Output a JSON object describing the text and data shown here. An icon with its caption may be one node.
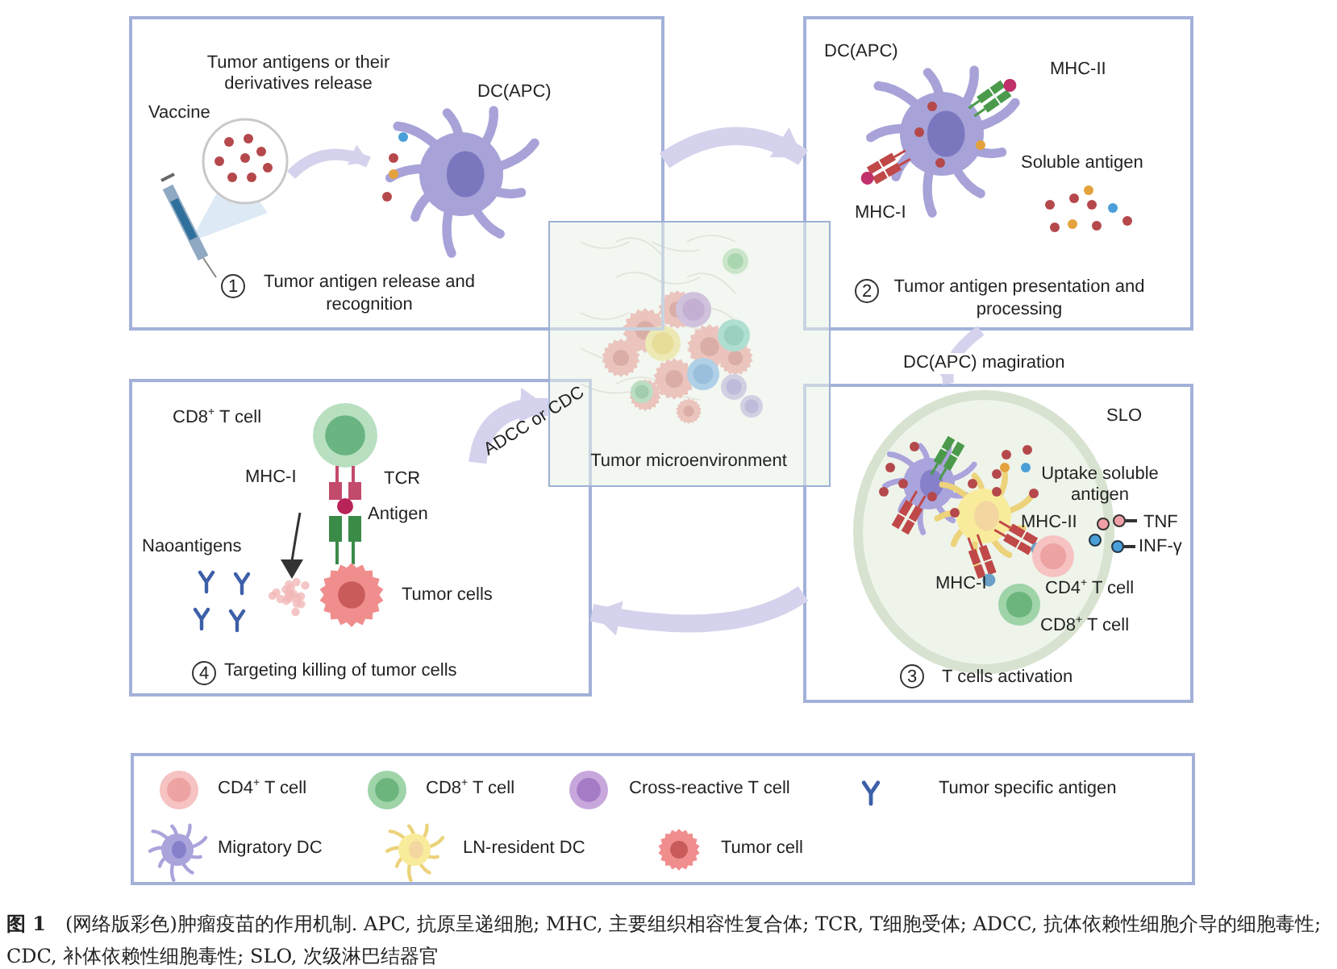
{
  "diagram": {
    "caption": "**图 1**　(网络版彩色)肿瘤疫苗的作用机制. APC, 抗原呈递细胞; MHC, 主要组织相容性复合体; TCR, T细胞受体; ADCC, 抗体依赖性细胞介导的细胞毒性; CDC, 补体依赖性细胞毒性; SLO, 次级淋巴结器官",
    "nodes": [
      {
        "text": [
          "1",
          "Tumor antigen release and recognition"
        ]
      },
      {
        "text": [
          "2",
          "Tumor antigen presentation and processing"
        ]
      },
      {
        "text": [
          "Tumor microenvironment"
        ]
      },
      {
        "text": [
          "3",
          "T cells activation"
        ]
      },
      {
        "text": [
          "4",
          "Targeting killing of tumor cells"
        ]
      },
      {
        "text": [],
        "shape": "picture",
        "in": 0
      },
      {
        "text": [],
        "shape": "picture",
        "in": 0
      }
    ],
    "edges": [
      {
        "from": 0,
        "to": 1,
        "arrow": "to"
      },
      {
        "from": 1,
        "to": 3,
        "arrow": "to",
        "label": "DC(APC) magiration"
      },
      {
        "from": 3,
        "to": 4,
        "arrow": "to"
      },
      {
        "from": 4,
        "to": 2,
        "arrow": "to",
        "label": "ADCC or CDC"
      },
      {
        "from": 5,
        "to": 6,
        "arrow": "to"
      }
    ],
    "labels": [
      "Tumor antigens or their derivatives release",
      "Vaccine",
      "DC(APC)",
      "DC(APC)",
      "MHC-II",
      "Soluble antigen",
      "MHC-I",
      "SLO",
      "Uptake soluble antigen",
      "MHC-II",
      "TNF",
      "INF-γ",
      "MHC-I",
      "CD4$^{+}$ T cell",
      "CD8$^{+}$ T cell",
      "CD8$^{+}$ T cell",
      "MHC-I",
      "TCR",
      "Antigen",
      "Naoantigens",
      "Tumor cells"
    ],
    "legend": [
      {
        "text": "CD4$^{+}$ T cell"
      },
      {
        "text": "CD8$^{+}$ T cell"
      },
      {
        "text": "Cross-reactive T cell"
      },
      {
        "text": "Tumor specific antigen"
      },
      {
        "text": "Migratory DC"
      },
      {
        "text": "LN-resident DC"
      },
      {
        "text": "Tumor cell"
      }
    ]
  }
}
